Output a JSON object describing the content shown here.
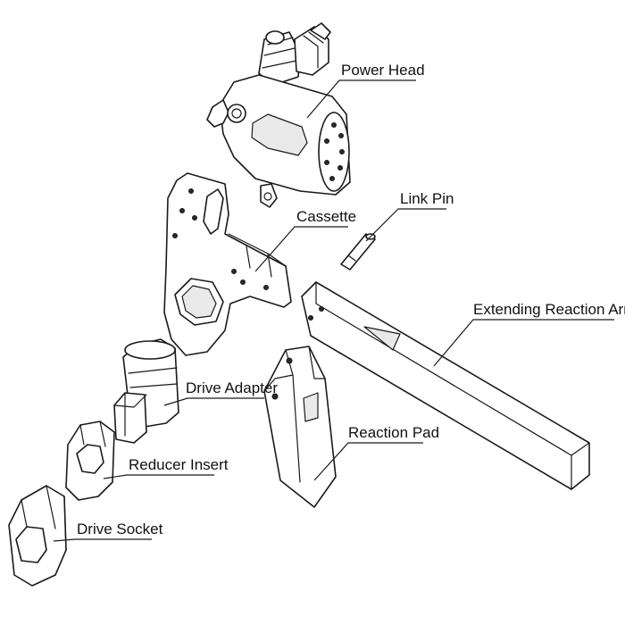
{
  "parts": [
    {
      "id": "power-head",
      "label": "Power Head"
    },
    {
      "id": "link-pin",
      "label": "Link Pin"
    },
    {
      "id": "cassette",
      "label": "Cassette"
    },
    {
      "id": "extending-reaction-arm",
      "label": "Extending Reaction Arm"
    },
    {
      "id": "drive-adapter",
      "label": "Drive Adapter"
    },
    {
      "id": "reaction-pad",
      "label": "Reaction Pad"
    },
    {
      "id": "reducer-insert",
      "label": "Reducer Insert"
    },
    {
      "id": "drive-socket",
      "label": "Drive Socket"
    }
  ],
  "colors": {
    "line": "#1a1a1a",
    "background": "#ffffff"
  }
}
